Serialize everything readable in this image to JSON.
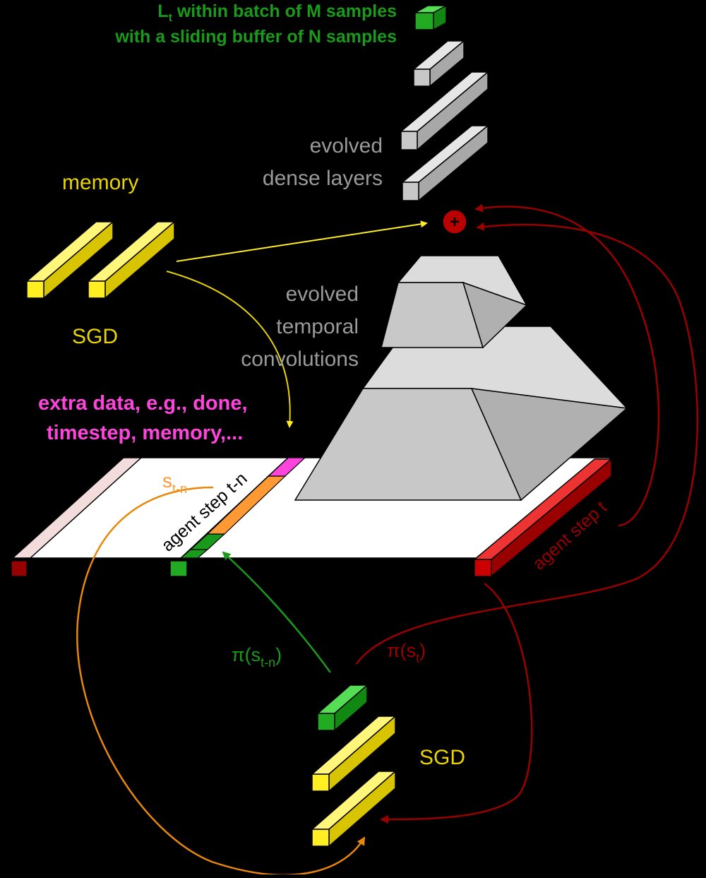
{
  "labels": {
    "loss_line1_main": "L",
    "loss_line1_sub": "t",
    "loss_line1_rest": " within batch of  M samples",
    "loss_line2": "with a sliding buffer of N samples",
    "dense_line1": "evolved",
    "dense_line2": "dense layers",
    "memory": "memory",
    "sgd_left": "SGD",
    "conv_line1": "evolved",
    "conv_line2": "temporal",
    "conv_line3": "convolutions",
    "extra_line1": "extra data, e.g., done,",
    "extra_line2": "timestep, memory,...",
    "s_tn_main": "s",
    "s_tn_sub": "t-n",
    "agent_step_tn": "agent step t-n",
    "agent_step_t": "agent step t",
    "pi_stn_main": "π(s",
    "pi_stn_sub": "t-n",
    "pi_stn_close": ")",
    "pi_st_main": "π(s",
    "pi_st_sub": "t",
    "pi_st_close": ")",
    "sgd_bottom": "SGD",
    "plus": "+"
  },
  "colors": {
    "background": "#000000",
    "green": "#1a9a1a",
    "green_block": "#22aa22",
    "gray": "#c8c8c8",
    "gray_text": "#9a9a9a",
    "yellow": "#ffee22",
    "yellow_text": "#e8d400",
    "magenta": "#ff44dd",
    "orange": "#ff9933",
    "orange_line": "#e8880a",
    "dark_red": "#990000",
    "red_block": "#cc0000",
    "white": "#ffffff",
    "pink": "#f2dcdc"
  }
}
